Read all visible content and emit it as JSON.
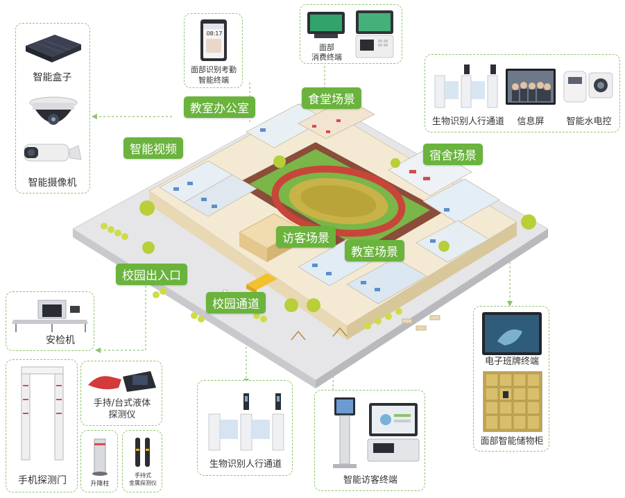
{
  "devices": {
    "smart_box": "智能盒子",
    "smart_camera": "智能摄像机",
    "face_attendance_line1": "面部识别考勤",
    "face_attendance_line2": "智能终端",
    "face_payment_line1": "面部",
    "face_payment_line2": "消费终端",
    "bio_gate_top": "生物识别人行通道",
    "info_screen": "信息屏",
    "water_power": "智能水电控",
    "security_machine": "安检机",
    "walk_metal_detector": "手机探测门",
    "liquid_detector_line1": "手持/台式液体",
    "liquid_detector_line2": "探测仪",
    "bollard": "升降柱",
    "handheld_metal_line1": "手持式",
    "handheld_metal_line2": "金属探测仪",
    "bio_gate_bottom": "生物识别人行通道",
    "visitor_terminal": "智能访客终端",
    "class_board": "电子班牌终端",
    "face_locker": "面部智能储物柜",
    "clock_time": "08:17"
  },
  "scenes": {
    "classroom_office": "教室办公室",
    "canteen": "食堂场景",
    "smart_video": "智能视频",
    "dormitory": "宿舍场景",
    "visitor": "访客场景",
    "classroom": "教室场景",
    "campus_entrance": "校园出入口",
    "campus_passage": "校园通道"
  },
  "colors": {
    "accent_green": "#6ab33d",
    "dashed_border": "#8fc46a",
    "floor_gray": "#e9e9ea",
    "field_green": "#7ab648",
    "track_red": "#c8453a",
    "building_cream": "#f4ead4"
  }
}
